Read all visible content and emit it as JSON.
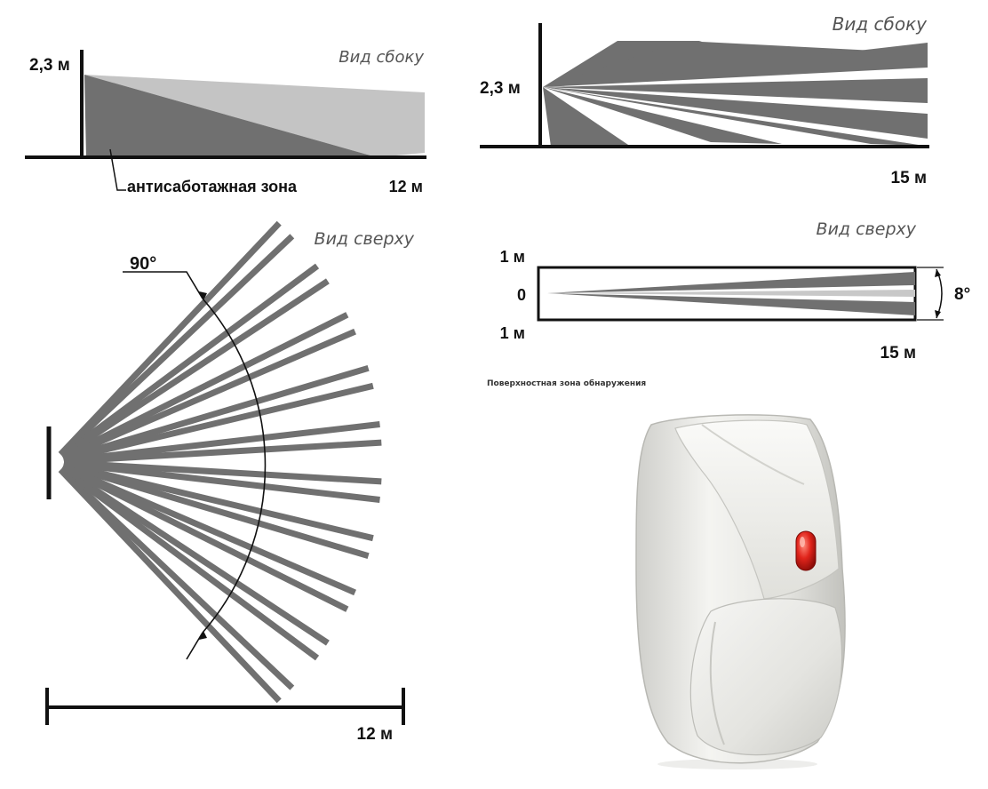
{
  "panel_side_12": {
    "view_label": "Вид сбоку",
    "height_label": "2,3 м",
    "distance_label": "12 м",
    "zone_label": "антисаботажная зона"
  },
  "panel_side_15": {
    "view_label": "Вид сбоку",
    "height_label": "2,3 м",
    "distance_label": "15 м"
  },
  "panel_top_12": {
    "view_label": "Вид сверху",
    "angle_label": "90°",
    "distance_label": "12 м"
  },
  "panel_top_15": {
    "view_label": "Вид сверху",
    "top_label": "1 м",
    "center_label": "0",
    "bottom_label": "1 м",
    "angle_label": "8°",
    "distance_label": "15 м",
    "caption": "Поверхностная зона обнаружения"
  },
  "colors": {
    "beam_dark": "#707070",
    "beam_light": "#c4c4c4",
    "line": "#111111",
    "led": "#d81e1e"
  },
  "icons": {
    "sensor": "motion-detector-icon"
  }
}
